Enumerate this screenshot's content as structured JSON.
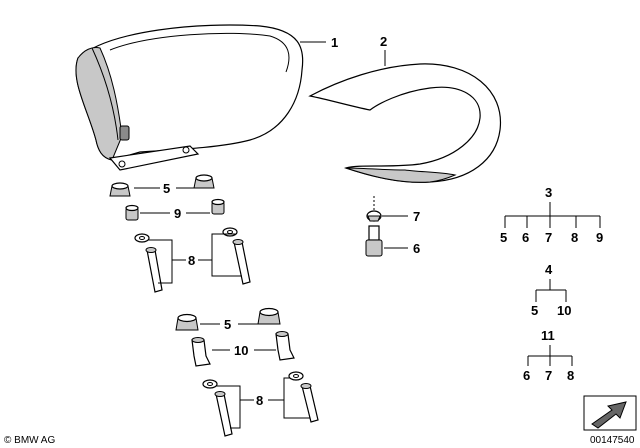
{
  "callouts": {
    "seat": "1",
    "cover": "2",
    "r5a": "5",
    "r9": "9",
    "r8a": "8",
    "r7": "7",
    "r6": "6",
    "r5b": "5",
    "r10": "10",
    "r8b": "8"
  },
  "kits": {
    "k3": {
      "title": "3",
      "items": [
        "5",
        "6",
        "7",
        "8",
        "9"
      ]
    },
    "k4": {
      "title": "4",
      "items": [
        "5",
        "10"
      ]
    },
    "k11": {
      "title": "11",
      "items": [
        "6",
        "7",
        "8"
      ]
    }
  },
  "footer": {
    "copyright": "© BMW AG",
    "image_number": "00147540"
  }
}
